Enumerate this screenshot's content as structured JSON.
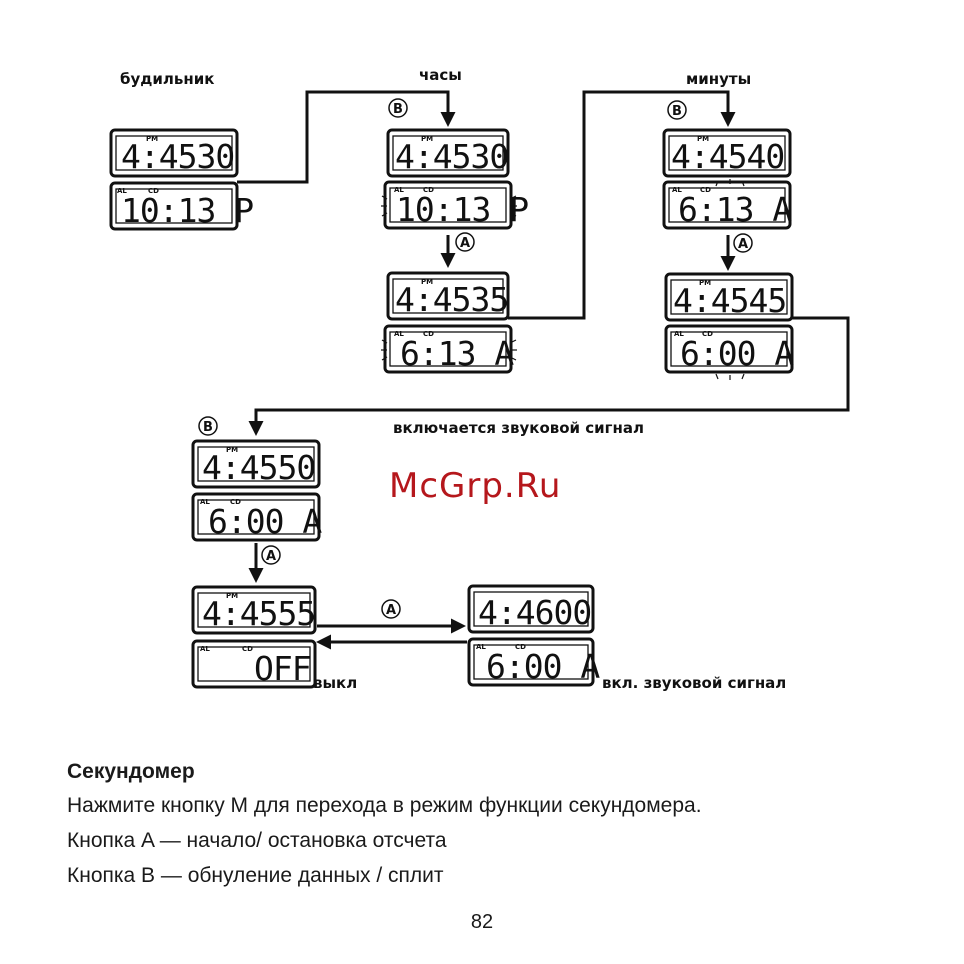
{
  "diagram": {
    "labels": {
      "alarm": "будильник",
      "hours": "часы",
      "minutes": "минуты",
      "sound_on": "включается звуковой сигнал",
      "off": "выкл",
      "sound_signal_on": "вкл. звуковой сигнал"
    },
    "watermark": "McGrp.Ru",
    "buttons": {
      "b": "B",
      "a": "A"
    },
    "lcd_indicators": {
      "pm": "PM",
      "cd": "CD",
      "al": "AL"
    },
    "displays": {
      "d1": {
        "top": "4:4530",
        "bottom": "10:13 P"
      },
      "d2": {
        "top": "4:4530",
        "bottom": "10:13 P"
      },
      "d3": {
        "top": "4:4535",
        "bottom": "6:13 A"
      },
      "d4": {
        "top": "4:4540",
        "bottom": "6:13 A"
      },
      "d5": {
        "top": "4:4545",
        "bottom": "6:00 A"
      },
      "d6": {
        "top": "4:4550",
        "bottom": "6:00 A"
      },
      "d7": {
        "top": "4:4555",
        "bottom": "OFF"
      },
      "d8": {
        "top": "4:4600",
        "bottom": "6:00 A"
      }
    }
  },
  "content": {
    "title": "Секундомер",
    "lines": [
      "Нажмите кнопку M для перехода в режим функции секундомера.",
      "Кнопка A — начало/ остановка отсчета",
      "Кнопка B — обнуление данных / сплит"
    ]
  },
  "page_number": "82"
}
